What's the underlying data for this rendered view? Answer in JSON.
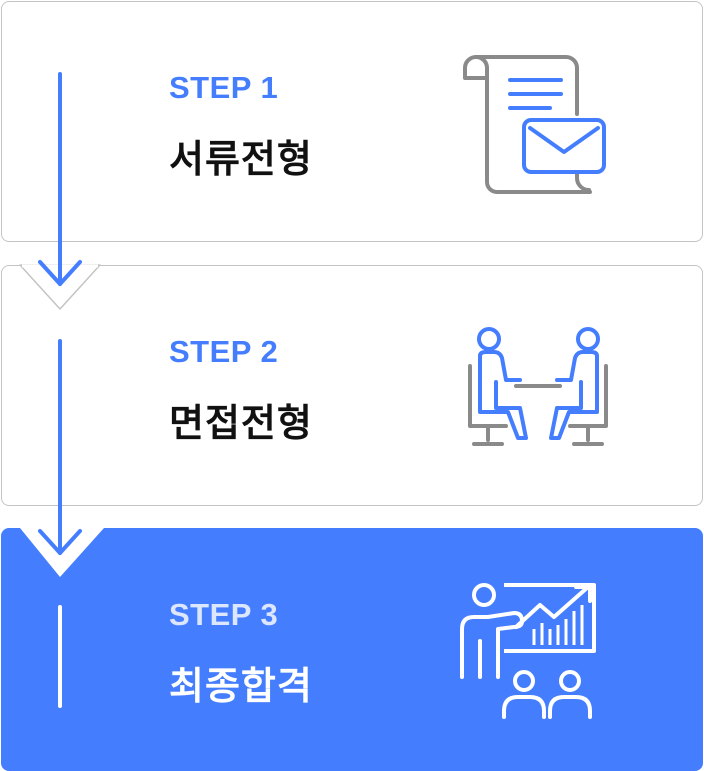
{
  "steps": [
    {
      "label": "STEP 1",
      "title": "서류전형",
      "icon": "document-mail-icon",
      "active": false
    },
    {
      "label": "STEP 2",
      "title": "면접전형",
      "icon": "interview-icon",
      "active": false
    },
    {
      "label": "STEP 3",
      "title": "최종합격",
      "icon": "presentation-growth-icon",
      "active": true
    }
  ],
  "colors": {
    "accent": "#447eff",
    "border": "#c4c4c4",
    "icon_gray": "#8a8a8a",
    "title_dark": "#111111",
    "active_label": "#dce6ff"
  }
}
